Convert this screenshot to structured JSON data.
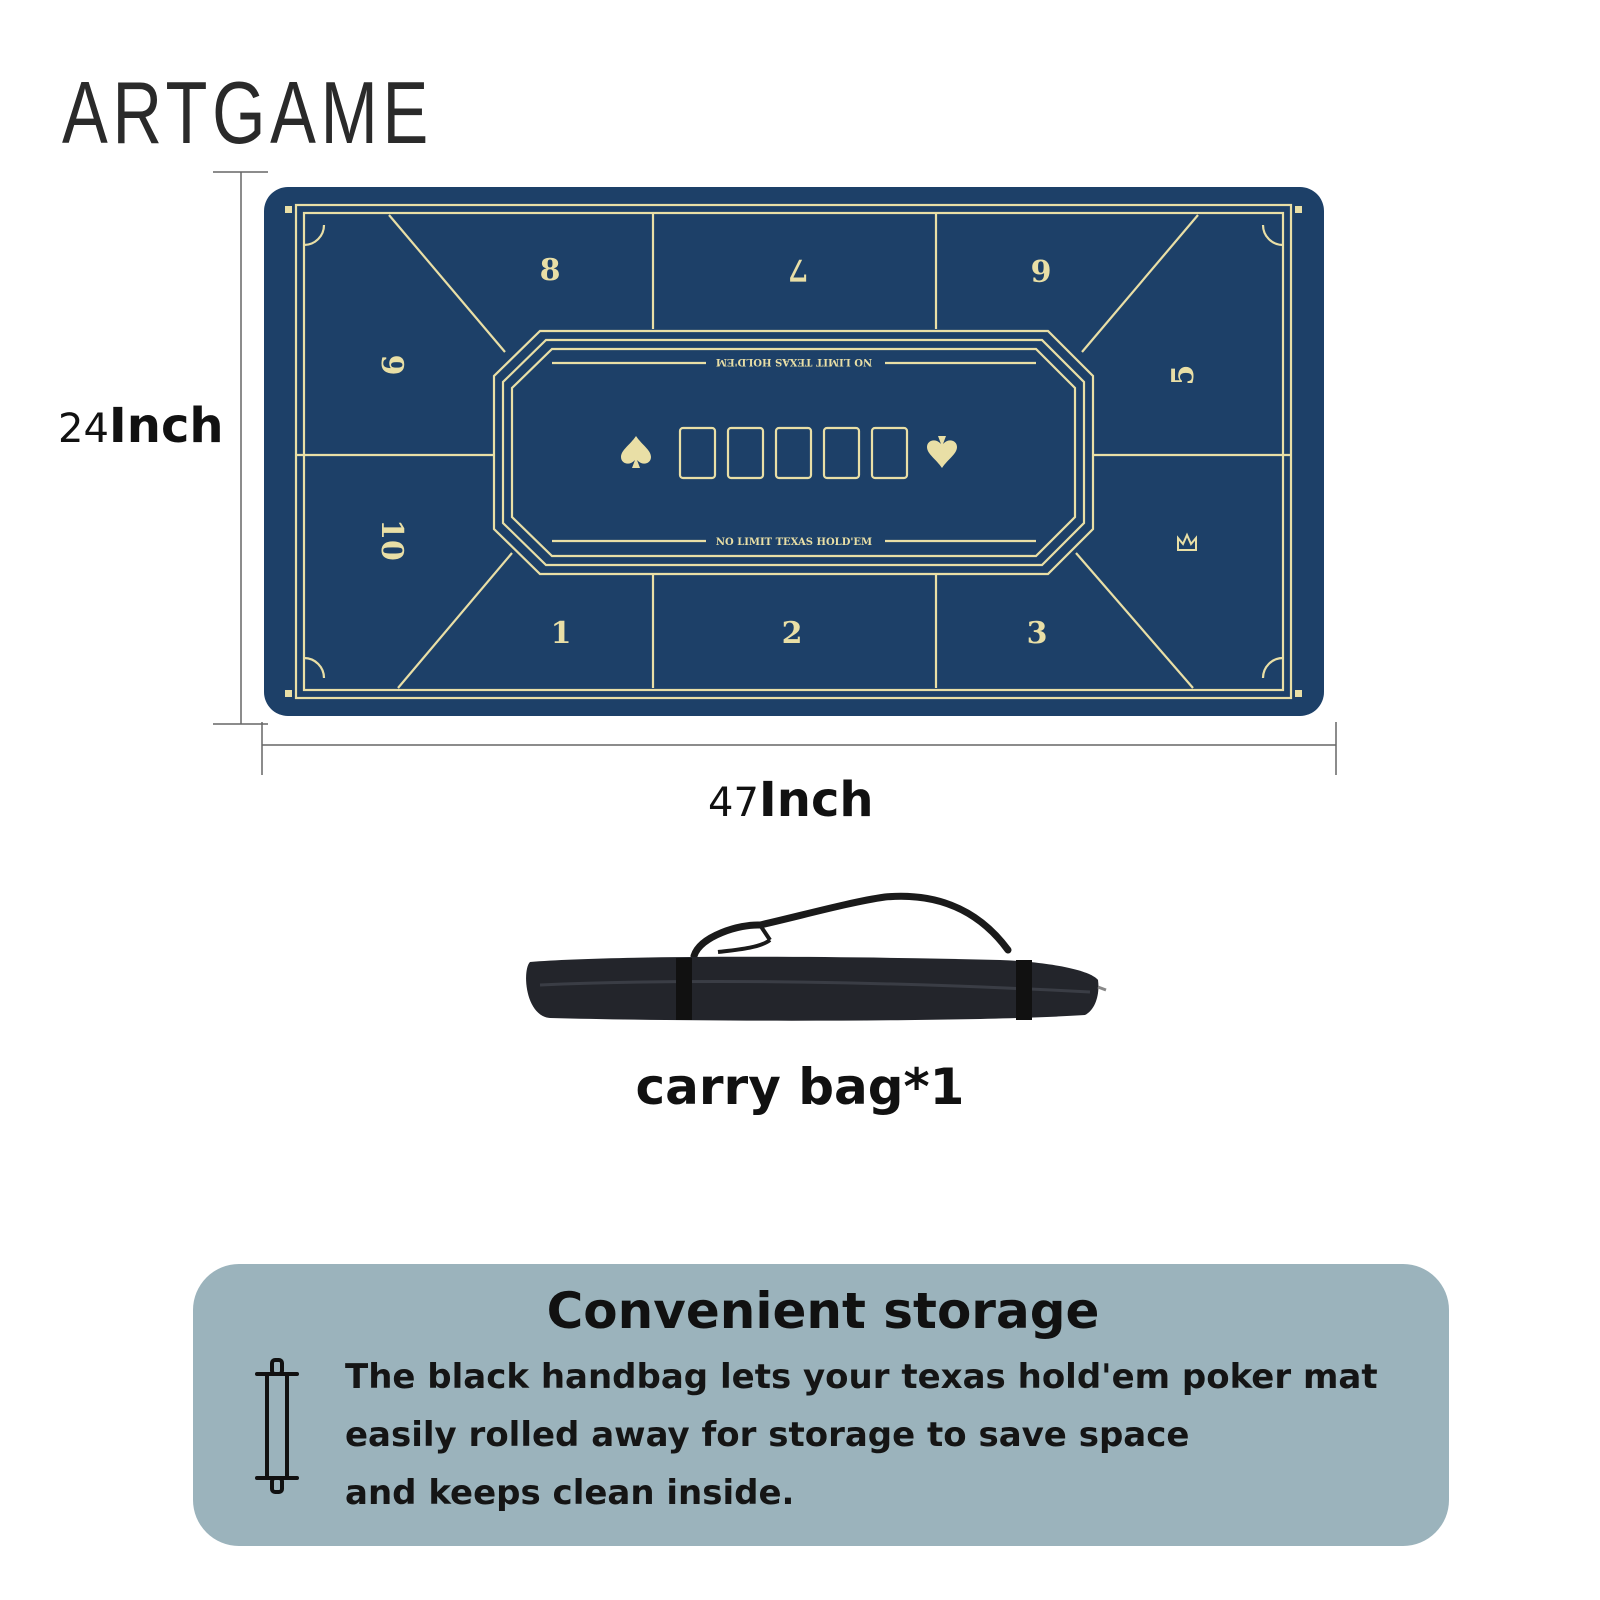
{
  "brand": {
    "name": "ARTGAME"
  },
  "dimensions": {
    "height_value": "24",
    "height_unit": "Inch",
    "width_value": "47",
    "width_unit": "Inch"
  },
  "mat": {
    "colors": {
      "felt": "#1d4068",
      "line": "#e9dfa6"
    },
    "seat_numbers": [
      "1",
      "2",
      "3",
      "5",
      "6",
      "7",
      "8",
      "9",
      "10"
    ],
    "dealer_icon": "crown-icon",
    "center_text_top": "NO LIMIT TEXAS HOLD'EM",
    "center_text_bottom": "NO LIMIT TEXAS HOLD'EM",
    "community_card_slots": 5,
    "suit_icons": [
      "spade-icon",
      "spade-icon"
    ]
  },
  "bag": {
    "label": "carry bag*1"
  },
  "storage": {
    "title": "Convenient storage",
    "lines": [
      "The black handbag lets your texas hold'em poker mat",
      "easily rolled away for storage to save space",
      "and keeps clean inside."
    ],
    "icon": "rolled-mat-icon",
    "panel_color": "#9bb3bc"
  }
}
